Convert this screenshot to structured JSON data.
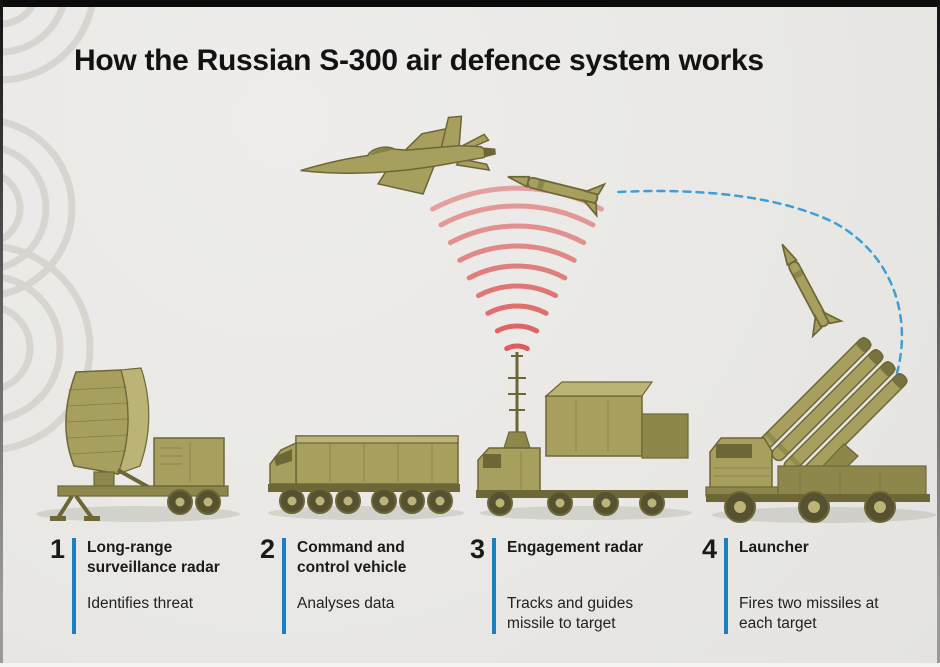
{
  "title": "How the Russian S-300 air defence system works",
  "colors": {
    "background": "#e9e8e5",
    "title_text": "#121212",
    "step_text": "#1a1a1a",
    "accent_blue": "#1b7fc4",
    "trajectory_blue": "#3d9fd6",
    "radar_red": "#dd5c5c",
    "olive": "#a69f5d",
    "olive_light": "#bcb476",
    "olive_mid": "#8e874c",
    "olive_dark": "#6d6737",
    "tire": "#565130",
    "arc_grey": "#d8d5d0"
  },
  "illustration": {
    "jet": "target-fighter-jet",
    "missile_near_target": "interceptor-missile-near-target",
    "missile_ascending": "interceptor-missile-ascending",
    "radar_waves": "engagement-radar-emission",
    "trajectory": "missile-flight-path",
    "decoration": "concentric-grey-arcs"
  },
  "steps": [
    {
      "number": "1",
      "title": "Long-range surveillance radar",
      "description": "Identifies threat"
    },
    {
      "number": "2",
      "title": "Command and control vehicle",
      "description": "Analyses data"
    },
    {
      "number": "3",
      "title": "Engagement radar",
      "description": "Tracks and guides missile to target"
    },
    {
      "number": "4",
      "title": "Launcher",
      "description": "Fires two missiles at each target"
    }
  ]
}
